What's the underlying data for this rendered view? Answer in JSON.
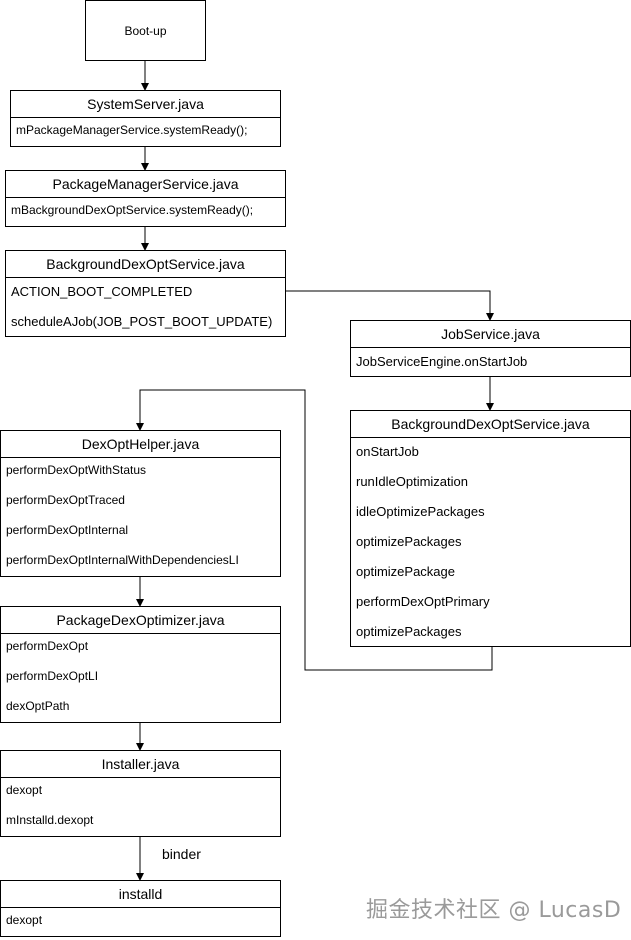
{
  "start": {
    "label": "Boot-up"
  },
  "nodes": {
    "system_server": {
      "title": "SystemServer.java",
      "items": [
        "mPackageManagerService.systemReady();"
      ]
    },
    "pms": {
      "title": "PackageManagerService.java",
      "items": [
        "mBackgroundDexOptService.systemReady();"
      ]
    },
    "bdos1": {
      "title": "BackgroundDexOptService.java",
      "items": [
        "ACTION_BOOT_COMPLETED",
        "scheduleAJob(JOB_POST_BOOT_UPDATE)"
      ]
    },
    "job_service": {
      "title": "JobService.java",
      "items": [
        "JobServiceEngine.onStartJob"
      ]
    },
    "bdos2": {
      "title": "BackgroundDexOptService.java",
      "items": [
        "onStartJob",
        "runIdleOptimization",
        "idleOptimizePackages",
        "optimizePackages",
        "optimizePackage",
        "performDexOptPrimary",
        "optimizePackages"
      ]
    },
    "dexopt_helper": {
      "title": "DexOptHelper.java",
      "items": [
        "performDexOptWithStatus",
        "performDexOptTraced",
        "performDexOptInternal",
        "performDexOptInternalWithDependenciesLI"
      ]
    },
    "pdo": {
      "title": "PackageDexOptimizer.java",
      "items": [
        "performDexOpt",
        "performDexOptLI",
        "dexOptPath"
      ]
    },
    "installer": {
      "title": "Installer.java",
      "items": [
        "dexopt",
        "mInstalld.dexopt"
      ]
    },
    "installd": {
      "title": "installd",
      "items": [
        "dexopt"
      ]
    }
  },
  "edge_labels": {
    "binder": "binder"
  },
  "watermark": "掘金技术社区 @ LucasD"
}
